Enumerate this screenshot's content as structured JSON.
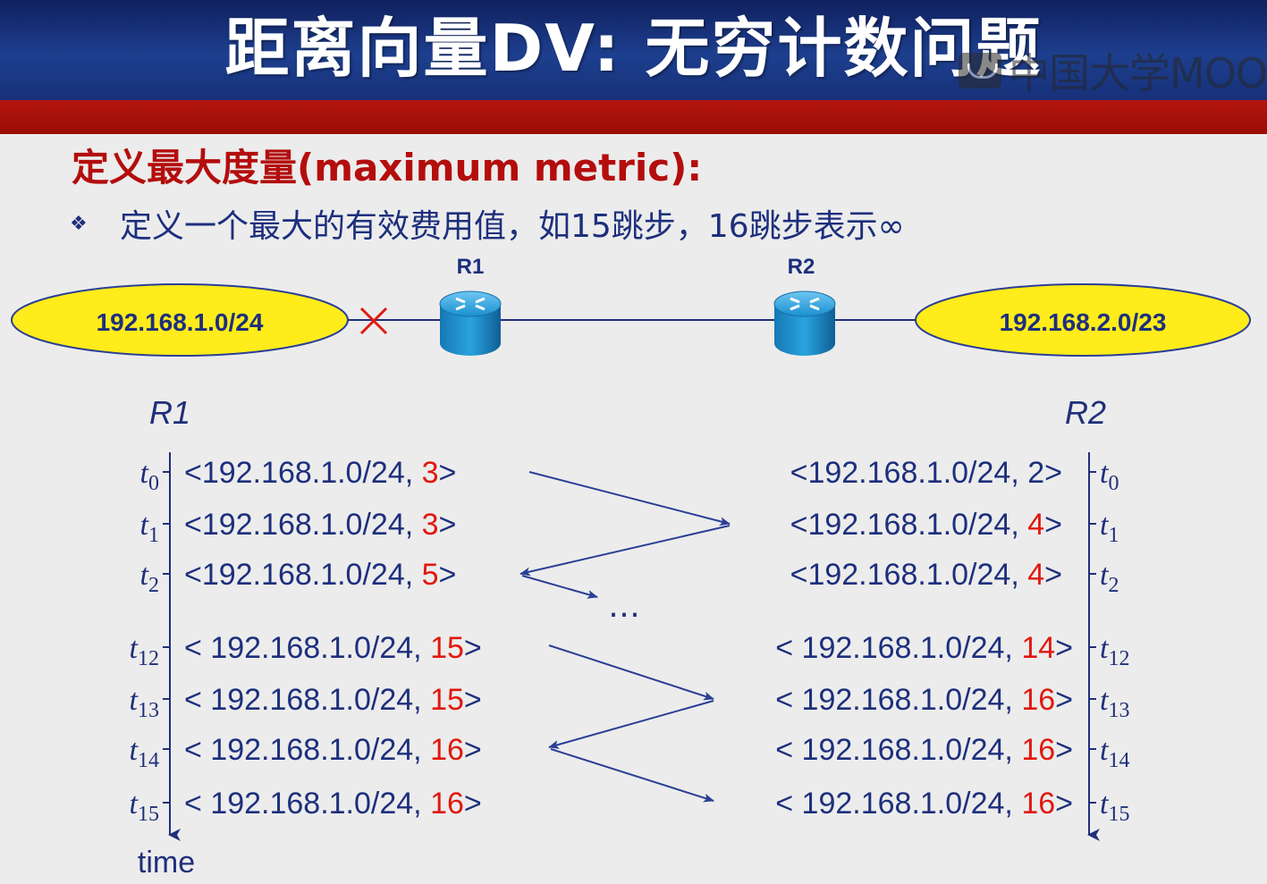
{
  "header": {
    "title": "距离向量DV: 无穷计数问题",
    "watermark_text": "中国大学MOOC"
  },
  "subtitle": "定义最大度量(maximum metric):",
  "bullet": {
    "icon": "diamond-bullet-icon",
    "text": "定义一个最大的有效费用值，如15跳步，16跳步表示∞"
  },
  "topology": {
    "network_left": "192.168.1.0/24",
    "network_right": "192.168.2.0/23",
    "router1_label": "R1",
    "router2_label": "R2",
    "failed_link_icon": "x-mark-icon"
  },
  "timeline": {
    "left_router": "R1",
    "right_router": "R2",
    "axis_label": "time",
    "ellipsis": "…",
    "rows": [
      {
        "t": "t",
        "sub": "0",
        "left_prefix": "<192.168.1.0/24, ",
        "left_metric": "3",
        "left_metric_red": true,
        "right_prefix": "<192.168.1.0/24, ",
        "right_metric": "2",
        "right_metric_red": false
      },
      {
        "t": "t",
        "sub": "1",
        "left_prefix": "<192.168.1.0/24, ",
        "left_metric": "3",
        "left_metric_red": true,
        "right_prefix": "<192.168.1.0/24, ",
        "right_metric": "4",
        "right_metric_red": true
      },
      {
        "t": "t",
        "sub": "2",
        "left_prefix": "<192.168.1.0/24, ",
        "left_metric": "5",
        "left_metric_red": true,
        "right_prefix": "<192.168.1.0/24, ",
        "right_metric": "4",
        "right_metric_red": true
      },
      {
        "t": "t",
        "sub": "12",
        "left_prefix": "< 192.168.1.0/24, ",
        "left_metric": "15",
        "left_metric_red": true,
        "right_prefix": "< 192.168.1.0/24, ",
        "right_metric": "14",
        "right_metric_red": true
      },
      {
        "t": "t",
        "sub": "13",
        "left_prefix": "< 192.168.1.0/24, ",
        "left_metric": "15",
        "left_metric_red": true,
        "right_prefix": "< 192.168.1.0/24, ",
        "right_metric": "16",
        "right_metric_red": true
      },
      {
        "t": "t",
        "sub": "14",
        "left_prefix": "< 192.168.1.0/24, ",
        "left_metric": "16",
        "left_metric_red": true,
        "right_prefix": "< 192.168.1.0/24, ",
        "right_metric": "16",
        "right_metric_red": true
      },
      {
        "t": "t",
        "sub": "15",
        "left_prefix": "< 192.168.1.0/24, ",
        "left_metric": "16",
        "left_metric_red": true,
        "right_prefix": "< 192.168.1.0/24, ",
        "right_metric": "16",
        "right_metric_red": true
      }
    ],
    "suffix": ">"
  },
  "colors": {
    "text_blue": "#1d2f7d",
    "metric_red": "#e0190f",
    "ellipse_fill": "#ffec1a",
    "router_blue": "#1a8fd0",
    "arrow_blue": "#2a3f95"
  }
}
